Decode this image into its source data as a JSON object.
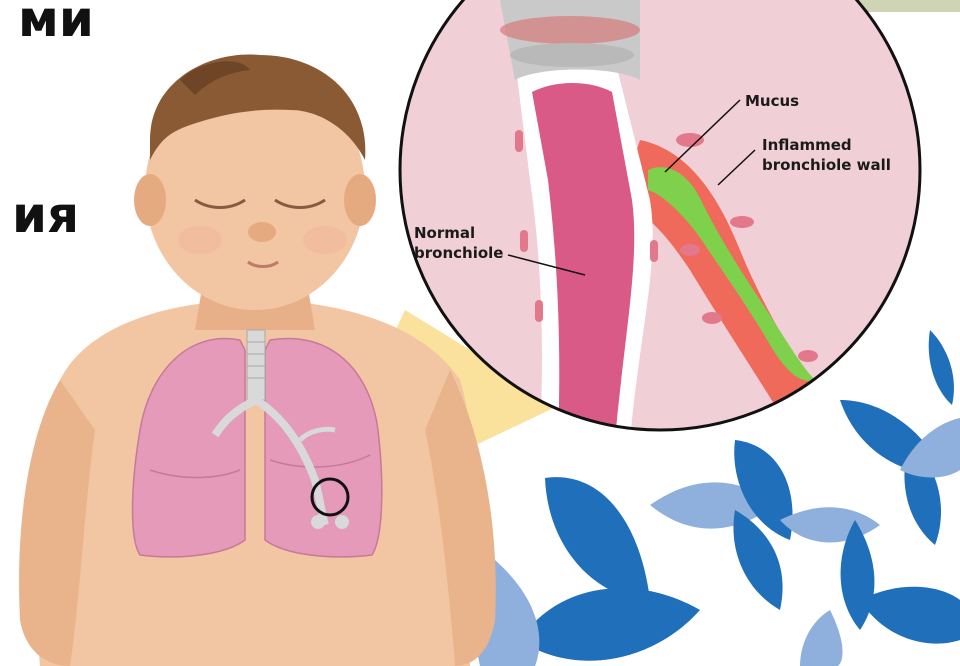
{
  "slide": {
    "title_fragment_1": "ми",
    "title_fragment_2": "ия"
  },
  "callout": {
    "label_mucus": "Mucus",
    "label_inflamed_1": "Inflammed",
    "label_inflamed_2": "bronchiole wall",
    "label_normal_1": "Normal",
    "label_normal_2": "bronchiole"
  },
  "colors": {
    "skin": "#f2c6a2",
    "lung": "#e49ab8",
    "magnify_bg": "#f0cfd7",
    "inflamed": "#ef6a5a",
    "mucus": "#7fd04a",
    "petal_dark": "#1f6fba",
    "petal_light": "#8fb0dc",
    "highlight": "#f5c84a"
  },
  "icons": [
    "baby-figure",
    "lungs-illustration",
    "magnifier-circle",
    "petal-decoration"
  ]
}
